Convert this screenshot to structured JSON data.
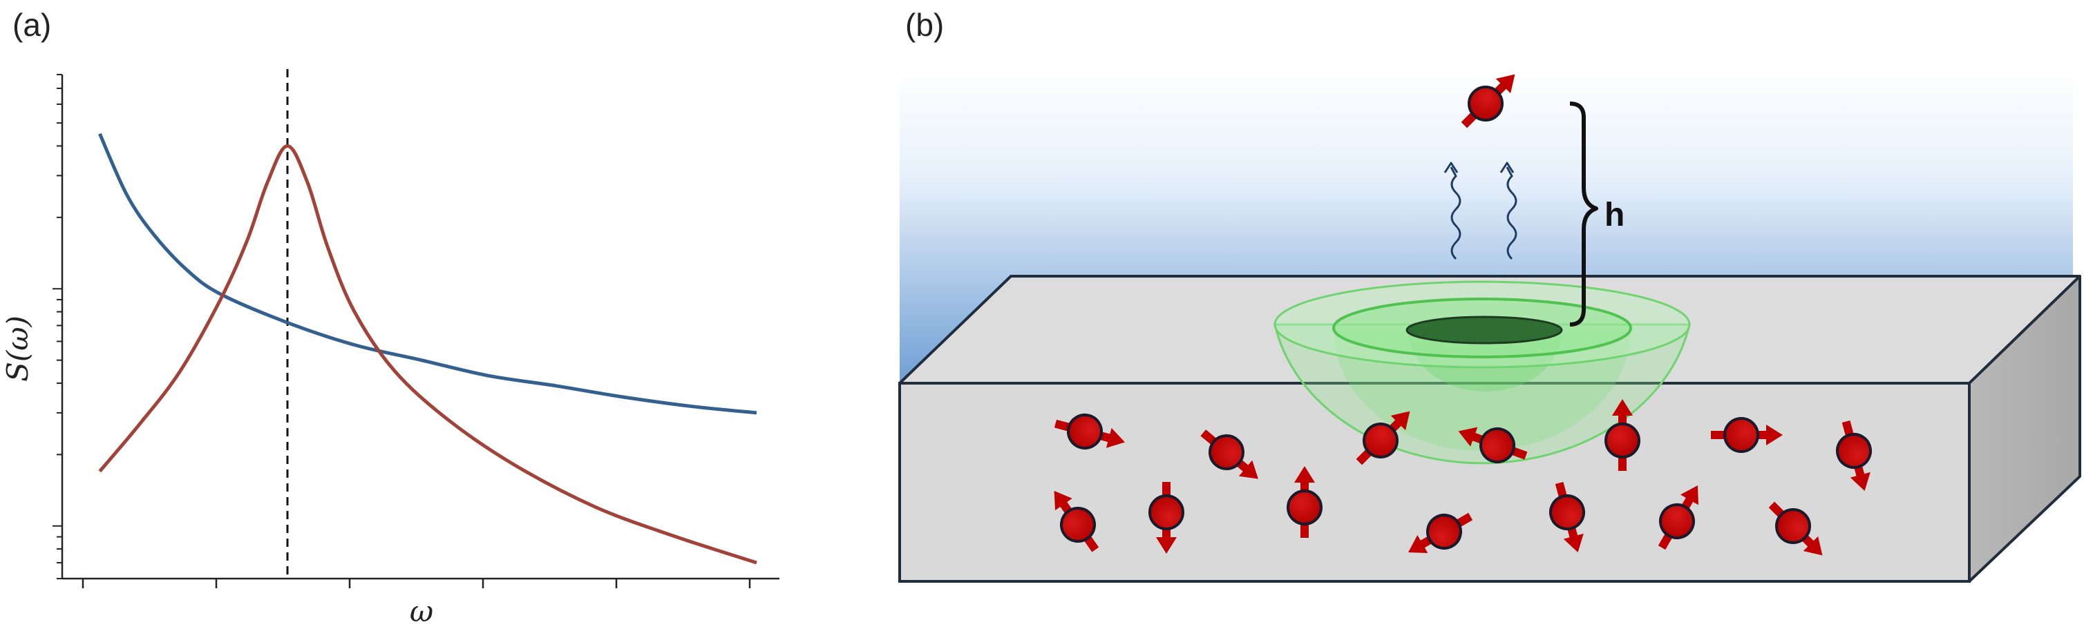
{
  "panel_a": {
    "label": "(a)",
    "xlabel": "ω",
    "ylabel": "S(ω)"
  },
  "panel_b": {
    "label": "(b)",
    "height_label": "h"
  },
  "chart_data": {
    "type": "line",
    "title": "",
    "xlabel": "ω",
    "ylabel": "S(ω)",
    "yscale": "log",
    "xlim": [
      0,
      5
    ],
    "ylim": [
      0.06,
      8
    ],
    "grid": false,
    "x_tick_labels_shown": false,
    "y_tick_labels_shown": false,
    "peak_marker_x": 1.5,
    "series": [
      {
        "color": "#34608f",
        "x": [
          0.1,
          0.3,
          0.5,
          0.75,
          1.0,
          1.5,
          2.0,
          2.5,
          3.0,
          3.5,
          4.0,
          4.5,
          5.0
        ],
        "values": [
          4.5,
          2.5,
          1.7,
          1.2,
          0.95,
          0.72,
          0.58,
          0.5,
          0.43,
          0.39,
          0.35,
          0.32,
          0.3
        ]
      },
      {
        "color": "#a2433a",
        "x": [
          0.1,
          0.4,
          0.7,
          1.0,
          1.2,
          1.35,
          1.5,
          1.65,
          1.8,
          2.0,
          2.3,
          2.7,
          3.2,
          3.8,
          4.4,
          5.0
        ],
        "values": [
          0.17,
          0.27,
          0.45,
          0.9,
          1.6,
          2.8,
          4.0,
          2.8,
          1.5,
          0.8,
          0.45,
          0.28,
          0.18,
          0.12,
          0.09,
          0.07
        ]
      }
    ]
  },
  "colors": {
    "blue_curve": "#34608f",
    "red_curve": "#a2433a",
    "spin": "#c00000",
    "slab_front": "#d9d9d9",
    "slab_side": "#b0b0b0",
    "slab_edge": "#1f2d3d",
    "sensing_volume": "#7fe07f",
    "sky_gradient": "#7fb0e0"
  },
  "icons": {
    "spin": "spin-arrow-icon",
    "emission": "wavy-arrow-icon",
    "bracket": "curly-brace-icon"
  }
}
